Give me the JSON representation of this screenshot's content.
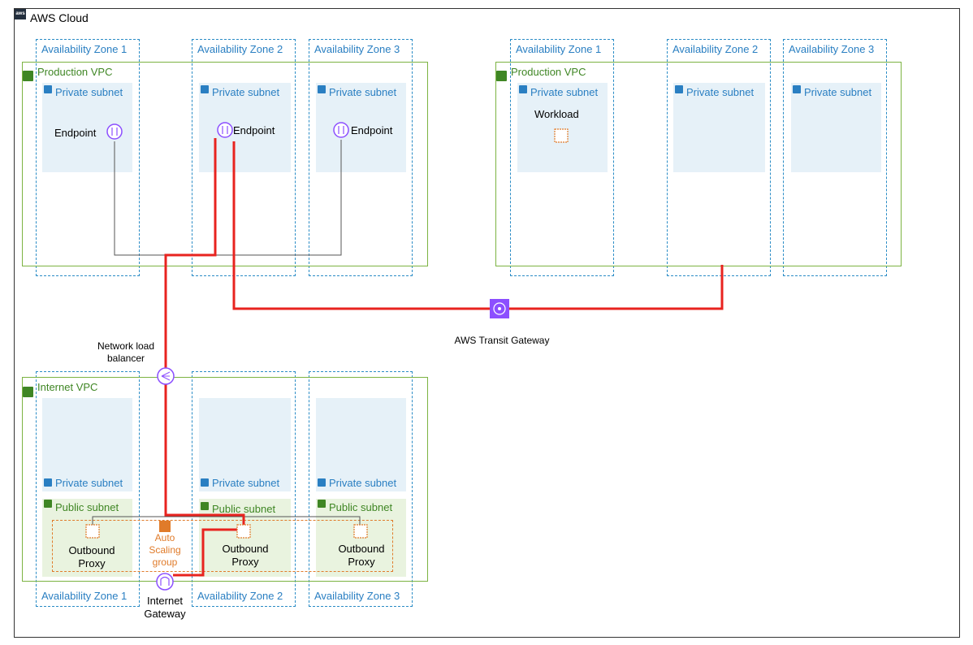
{
  "cloud": {
    "title": "AWS Cloud",
    "icon": "aws-logo-icon"
  },
  "availability_zones": {
    "az1": "Availability Zone 1",
    "az2": "Availability Zone 2",
    "az3": "Availability Zone 3"
  },
  "production_vpc_left": {
    "label": "Production VPC",
    "subnet_label": "Private subnet",
    "endpoint_label": "Endpoint"
  },
  "production_vpc_right": {
    "label": "Production VPC",
    "subnet_label": "Private subnet",
    "workload_label": "Workload"
  },
  "transit_gateway": {
    "label": "AWS Transit Gateway",
    "icon": "transit-gateway-icon"
  },
  "nlb": {
    "label": "Network load balancer",
    "label_line1": "Network load",
    "label_line2": "balancer",
    "icon": "load-balancer-icon"
  },
  "internet_vpc": {
    "label": "Internet VPC",
    "private_subnet_label": "Private subnet",
    "public_subnet_label": "Public subnet",
    "proxy_label_line1": "Outbound",
    "proxy_label_line2": "Proxy"
  },
  "asg": {
    "line1": "Auto",
    "line2": "Scaling",
    "line3": "group",
    "icon": "auto-scaling-icon"
  },
  "igw": {
    "line1": "Internet",
    "line2": "Gateway",
    "icon": "internet-gateway-icon"
  },
  "colors": {
    "az_border": "#2a8cc6",
    "vpc_border": "#7cb342",
    "private_subnet_fill": "#e6f1f8",
    "public_subnet_fill": "#e9f3df",
    "traffic_path": "#e8231f",
    "connector": "#555555",
    "transit_gateway": "#8c4fff",
    "compute": "#e07b2a"
  }
}
